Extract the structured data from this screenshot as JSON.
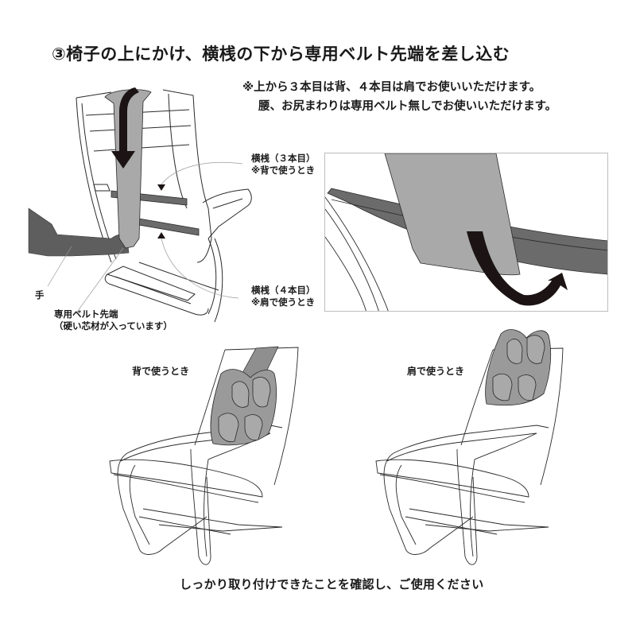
{
  "title": "③椅子の上にかけ、横桟の下から専用ベルト先端を差し込む",
  "note": {
    "line1": "※上から３本目は背、４本目は肩でお使いいただけます。",
    "line2": "腰、お尻まわりは専用ベルト無しでお使いいただけます。"
  },
  "callouts": {
    "crossbar3": {
      "line1": "横桟（３本目）",
      "line2": "※背で使うとき"
    },
    "crossbar4": {
      "line1": "横桟（４本目）",
      "line2": "※肩で使うとき"
    },
    "hand": "手",
    "belt_tip": {
      "line1": "専用ベルト先端",
      "line2": "（硬い芯材が入っています）"
    }
  },
  "usage": {
    "back": {
      "label": "背で使うとき"
    },
    "shoulder": {
      "label": "肩で使うとき"
    }
  },
  "footer": "しっかり取り付けできたことを確認し、ご使用ください",
  "colors": {
    "line": "#2a2a2a",
    "belt_gray": "#a9a9a9",
    "bar_gray": "#6b6b6b",
    "hand_gray": "#5e5e5e",
    "cushion_gray": "#9a9a9a",
    "arrow": "#1c1414",
    "box_border": "#bdbdbd"
  }
}
